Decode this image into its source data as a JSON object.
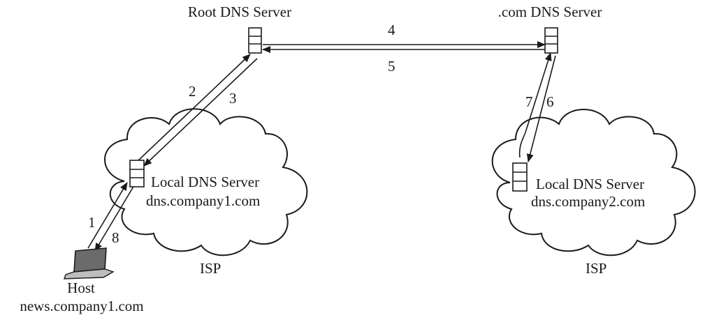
{
  "nodes": {
    "root_server": {
      "label": "Root DNS Server"
    },
    "com_server": {
      "label": ".com DNS Server"
    },
    "local_server_1": {
      "label": "Local DNS Server",
      "name": "dns.company1.com"
    },
    "local_server_2": {
      "label": "Local DNS Server",
      "name": "dns.company2.com"
    },
    "host": {
      "label": "Host",
      "name": "news.company1.com"
    }
  },
  "clouds": {
    "left": {
      "label": "ISP"
    },
    "right": {
      "label": "ISP"
    }
  },
  "steps": [
    "1",
    "2",
    "3",
    "4",
    "5",
    "6",
    "7",
    "8"
  ],
  "colors": {
    "stroke": "#1a1a1a",
    "background": "#ffffff"
  }
}
